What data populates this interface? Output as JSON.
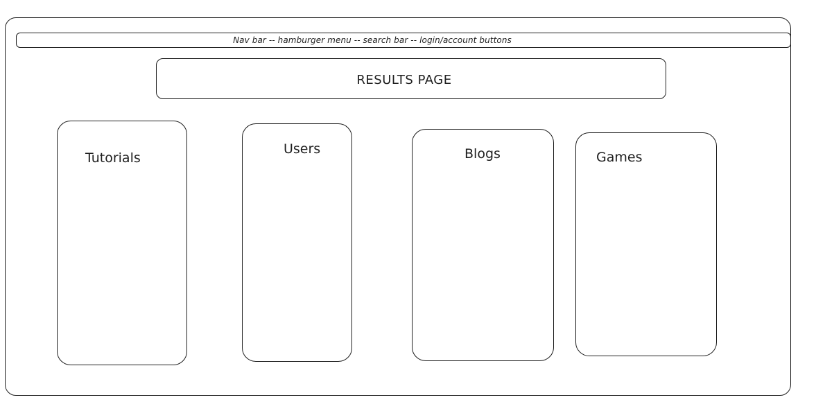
{
  "navbar": {
    "text": "Nav bar -- hamburger menu -- search bar -- login/account buttons"
  },
  "header": {
    "title": "RESULTS PAGE"
  },
  "categories": [
    {
      "label": "Tutorials"
    },
    {
      "label": "Users"
    },
    {
      "label": "Blogs"
    },
    {
      "label": "Games"
    }
  ],
  "colors": {
    "stroke": "#1e1e1e",
    "background": "#ffffff"
  }
}
